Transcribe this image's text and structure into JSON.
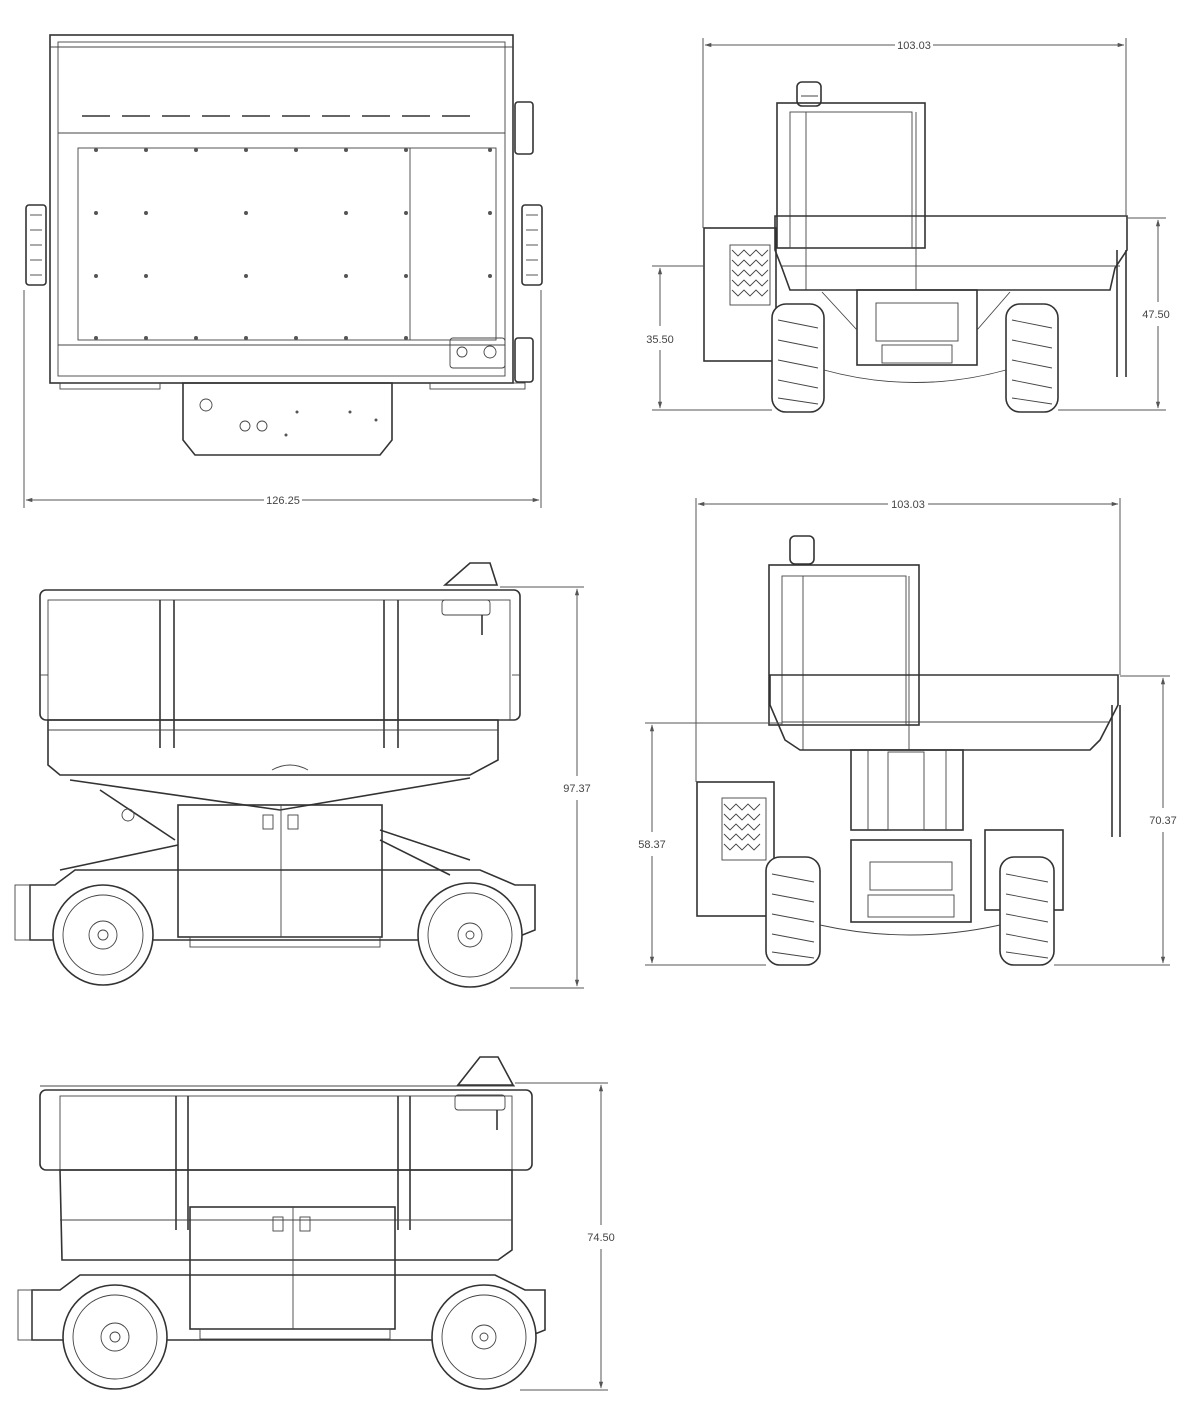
{
  "dimensions": {
    "top_view_width": "126.25",
    "front_view_width": "103.03",
    "front_view_platform_height": "47.50",
    "front_view_rail_height": "35.50",
    "rear_view_width": "103.03",
    "rear_view_total_height": "70.37",
    "rear_view_platform_height": "58.37",
    "side_view_height": "97.37",
    "side_view_lowered_height": "74.50"
  }
}
